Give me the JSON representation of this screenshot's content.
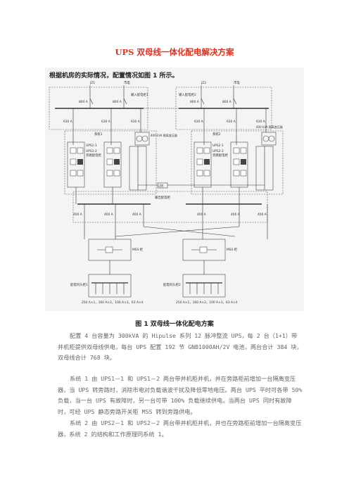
{
  "doc": {
    "title": "UPS 双母线一体化配电解决方案",
    "intro": "根据机房的实际情况，配置情况如图 1 所示。",
    "figure_caption": "图 1 双母线一体化配电方案",
    "paragraphs": [
      "配置 4 台容量为 300kVA 的 Hipulse 系列 12 脉冲整流 UPS，每 2 台（1+1）带并机柜提供双母线供电，每台 UPS 配置 192 节 GNB1000AH/2V 电池，两台合计 384 块，双母线合计 768 块。",
      "系统 1 由 UPS1－1 和 UPS1－2 两台带并机柜并机，并在旁路柜前增加一台隔离变压器，当 UPS 转旁路时，消除市电对负载谐波干扰及降低零地电压。两台 UPS 平时可各带 50% 负载，当一台 UPS 有故障时，另一台可带 100% 负载继续供电。当两台 UPS 同时有故障时，可经 UPS 静态旁路开关柜 MSS 转到旁路供电。",
      "系统 2 由 UPS2－1 和 UPS2－2 两台带并机柜并机，并也在旁路柜前增加一台隔离变压器，系统 2 的结构和工作原理同系统 1。"
    ]
  },
  "diagram": {
    "source_left": "JZ1",
    "source_left_sub": "市电",
    "source_right": "JZ2",
    "source_right_sub": "市电",
    "in_cabinet_left": "输入配电柜1",
    "in_cabinet_right": "输入配电柜2",
    "breaker_800": "800 A",
    "breaker_630": "630 A",
    "system1": "系统1",
    "system2": "系统2",
    "ups1_1": "UPS1-1",
    "ups1_2": "UPS1-2",
    "ups2_1": "UPS2-1",
    "ups2_2": "UPS2-2",
    "bypass_left": "旁路配电柜",
    "bypass_right": "旁路配电柜",
    "iso_left": "400 kVA 隔离变压器",
    "iso_right": "400 kVA 隔离变压器",
    "lbs": "LBS",
    "out_cabinet": "输出配电柜",
    "breaker_400": "400 A",
    "mss_left": "MSS 柜",
    "mss_right": "MSS 柜",
    "sub_left": "配电列头柜1",
    "sub_right": "配电列头柜2",
    "foot_left": "250 A×1，160 A×2，100 A×3，63 A×4",
    "foot_right": "250 A×1，160 A×2，100 A×3，63 A×4"
  }
}
